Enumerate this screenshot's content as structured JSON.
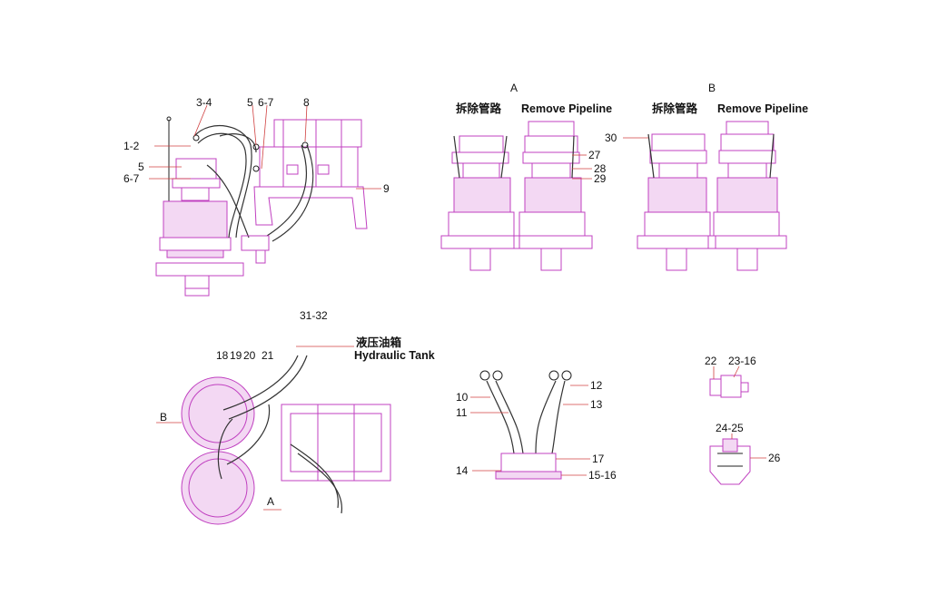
{
  "views": {
    "A": "A",
    "B": "B",
    "A_ref": "A",
    "B_ref": "B"
  },
  "captions": {
    "a_cn": "拆除管路",
    "a_en": "Remove Pipeline",
    "b_cn": "拆除管路",
    "b_en": "Remove Pipeline",
    "tank_cn": "液压油箱",
    "tank_en": "Hydraulic Tank"
  },
  "labels": {
    "l3_4": "3-4",
    "l5": "5",
    "l6_7a": "6-7",
    "l8": "8",
    "l1_2": "1-2",
    "l5b": "5",
    "l6_7b": "6-7",
    "l9": "9",
    "l27": "27",
    "l28": "28",
    "l29": "29",
    "l30": "30",
    "l31_32": "31-32",
    "l18": "18",
    "l19": "19",
    "l20": "20",
    "l21": "21",
    "l10": "10",
    "l11": "11",
    "l12": "12",
    "l13": "13",
    "l14": "14",
    "l17": "17",
    "l15_16": "15-16",
    "l22": "22",
    "l23_16": "23-16",
    "l24_25": "24-25",
    "l26": "26"
  },
  "colors": {
    "component_outline": "#c040c0",
    "component_fill": "#f3d8f3",
    "hose_line": "#333333",
    "leader_line": "#d04040"
  }
}
